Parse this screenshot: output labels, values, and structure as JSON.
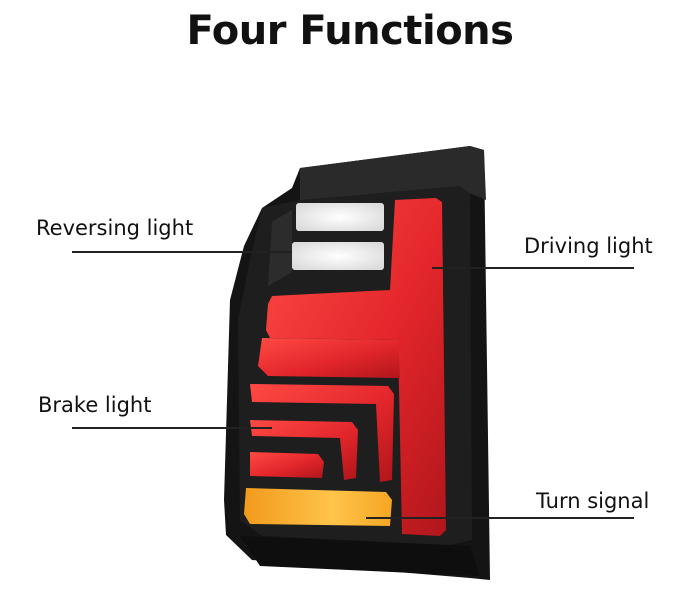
{
  "title": "Four Functions",
  "callouts": {
    "reversing": "Reversing light",
    "driving": "Driving light",
    "brake": "Brake light",
    "turn": "Turn signal"
  },
  "colors": {
    "housing": "#141414",
    "running_red": "#e3262b",
    "reverse_white": "#f4f4f4",
    "turn_amber": "#f5a623",
    "leader_line": "#222222"
  }
}
